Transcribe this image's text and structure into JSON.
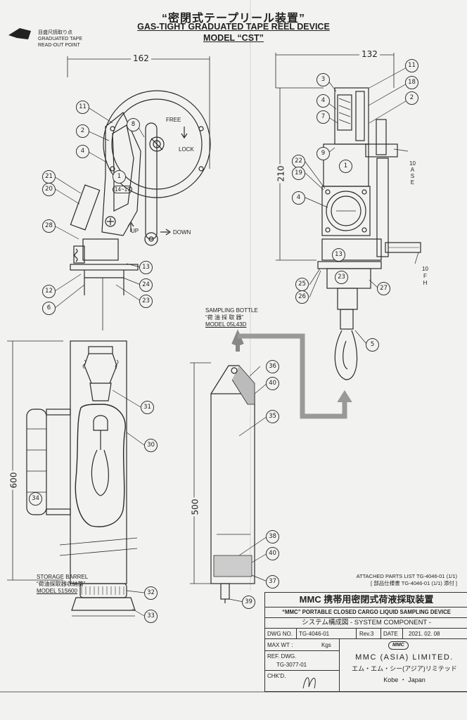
{
  "title": {
    "jp": "“密閉式テープリール装置”",
    "en": "GAS-TIGHT GRADUATED TAPE REEL DEVICE",
    "model": "MODEL “CST”"
  },
  "readout": {
    "jp": "目盛尺読取り点",
    "en1": "GRADUATED TAPE",
    "en2": "READ-OUT POINT"
  },
  "dimensions": {
    "width_front": "162",
    "width_side": "132",
    "height_side": "210",
    "barrel_height": "600",
    "bottle_height": "500"
  },
  "labels": {
    "free": "FREE",
    "lock": "LOCK",
    "up": "UP",
    "down": "DOWN",
    "range": "14~17",
    "case": [
      "10",
      "A",
      "S",
      "E"
    ],
    "fh": [
      "10",
      "F",
      "H"
    ]
  },
  "bottle": {
    "line1": "SAMPLING    BOTTLE",
    "line2": "“荷 油 採 取 器”",
    "line3": "MODEL  05L43D"
  },
  "barrel": {
    "line1": "STORAGE    BARREL",
    "line2": "“荷油採取器収納筒”",
    "line3": "MODEL  51S600"
  },
  "parts_list": {
    "line1": "ATTACHED PARTS LIST TG-4046-01 (1/1)",
    "line2": "[ 部品仕様書  TG-4046-01 (1/1) 添付 ]"
  },
  "title_block": {
    "company_jp_title": "MMC 携帯用密閉式荷液採取装置",
    "product_en": "“MMC” PORTABLE CLOSED CARGO LIQUID SAMPLING DEVICE",
    "system": "システム構成図  - SYSTEM COMPONENT -",
    "dwg_no_label": "DWG NO.",
    "dwg_no": "TG-4046-01",
    "rev": "Rev.3",
    "date_label": "DATE",
    "date": "2021. 02. 08",
    "max_wt_label": "MAX WT :",
    "max_wt_unit": "Kgs",
    "ref_dwg_label": "REF. DWG.",
    "ref_dwg": "TG-3077-01",
    "chkd_label": "CHK'D.",
    "logo": "MMC",
    "company_en": "MMC (ASIA) LIMITED.",
    "company_jp": "エム・エム・シー(アジア)リミテッド",
    "location": "Kobe  ・  Japan"
  },
  "balloons": [
    "11",
    "2",
    "4",
    "8",
    "1",
    "21",
    "20",
    "28",
    "12",
    "6",
    "13",
    "24",
    "23",
    "3",
    "4",
    "7",
    "9",
    "22",
    "19",
    "4",
    "1",
    "11",
    "18",
    "2",
    "13",
    "23",
    "25",
    "26",
    "27",
    "5",
    "31",
    "30",
    "34",
    "36",
    "40",
    "35",
    "38",
    "40",
    "37",
    "39",
    "32",
    "33"
  ]
}
